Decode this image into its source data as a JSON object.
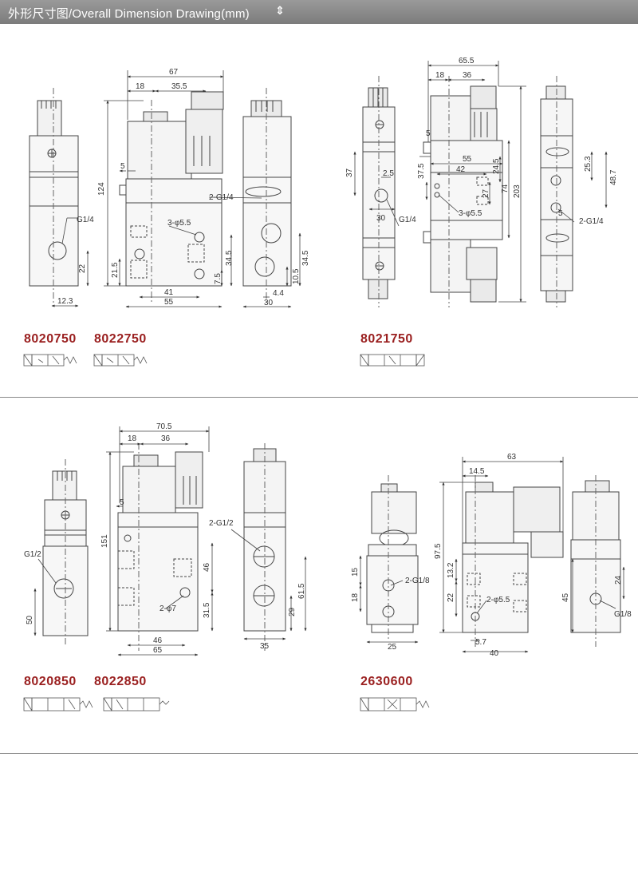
{
  "header": {
    "title": "外形尺寸图/Overall Dimension Drawing(mm)",
    "arrow_glyph": "⇕"
  },
  "models": {
    "a1": "8020750",
    "a2": "8022750",
    "b1": "8021750",
    "c1": "8020850",
    "c2": "8022850",
    "d1": "2630600"
  },
  "dims_a": {
    "d67": "67",
    "d18": "18",
    "d35_5": "35.5",
    "d124": "124",
    "d5": "5",
    "g2": "2-G1/4",
    "h3": "3-φ5.5",
    "g14": "G1/4",
    "d22": "22",
    "d21_5": "21.5",
    "d34_5a": "34.5",
    "d7_5": "7.5",
    "d41": "41",
    "d55": "55",
    "d12_3": "12.3",
    "d34_5b": "34.5",
    "d10_5": "10.5",
    "d4_4": "4.4",
    "d30": "30"
  },
  "dims_b": {
    "d65_5": "65.5",
    "d18": "18",
    "d36": "36",
    "d5": "5",
    "d55": "55",
    "d42": "42",
    "d37_5": "37.5",
    "d24_5": "24.5",
    "d27": "27",
    "d74": "74",
    "d203": "203",
    "d37": "37",
    "d2_5": "2.5",
    "d30": "30",
    "g14": "G1/4",
    "h3": "3-φ5.5",
    "d25_3": "25.3",
    "d48_7": "48.7",
    "d5b": "5",
    "g2": "2-G1/4"
  },
  "dims_c": {
    "d70_5": "70.5",
    "d18": "18",
    "d36": "36",
    "d5": "5",
    "d151": "151",
    "g12": "G1/2",
    "d50": "50",
    "d46": "46",
    "d31_5": "31.5",
    "h2": "2-φ7",
    "d46b": "46",
    "d65": "65",
    "g2": "2-G1/2",
    "d61_5": "61.5",
    "d29": "29",
    "d35": "35"
  },
  "dims_d": {
    "d63": "63",
    "d14_5": "14.5",
    "d97_5": "97.5",
    "d13_2": "13.2",
    "d22": "22",
    "h2": "2-φ5.5",
    "d45": "45",
    "d5_7": "5.7",
    "d40": "40",
    "d15": "15",
    "d18": "18",
    "g2": "2-G1/8",
    "d25": "25",
    "d24": "24",
    "g18": "G1/8"
  }
}
